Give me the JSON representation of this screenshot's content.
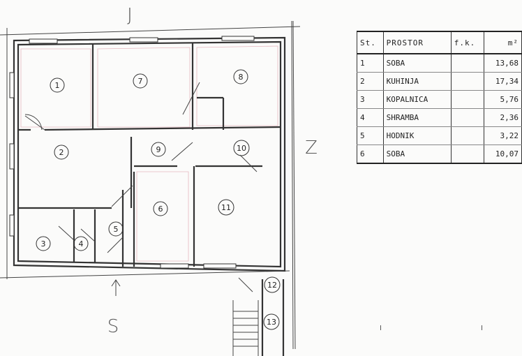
{
  "compass": {
    "north": "J",
    "east": "Z",
    "south": "S"
  },
  "rooms": [
    "1",
    "2",
    "3",
    "4",
    "5",
    "6",
    "7",
    "8",
    "9",
    "10",
    "11",
    "12",
    "13"
  ],
  "table": {
    "headers": {
      "st": "St.",
      "prostor": "PROSTOR",
      "fk": "f.k.",
      "area": "m²"
    },
    "rows": [
      {
        "st": "1",
        "prostor": "SOBA",
        "fk": "",
        "area": "13,68"
      },
      {
        "st": "2",
        "prostor": "KUHINJA",
        "fk": "",
        "area": "17,34"
      },
      {
        "st": "3",
        "prostor": "KOPALNICA",
        "fk": "",
        "area": "5,76"
      },
      {
        "st": "4",
        "prostor": "SHRAMBA",
        "fk": "",
        "area": "2,36"
      },
      {
        "st": "5",
        "prostor": "HODNIK",
        "fk": "",
        "area": "3,22"
      },
      {
        "st": "6",
        "prostor": "SOBA",
        "fk": "",
        "area": "10,07"
      }
    ]
  }
}
